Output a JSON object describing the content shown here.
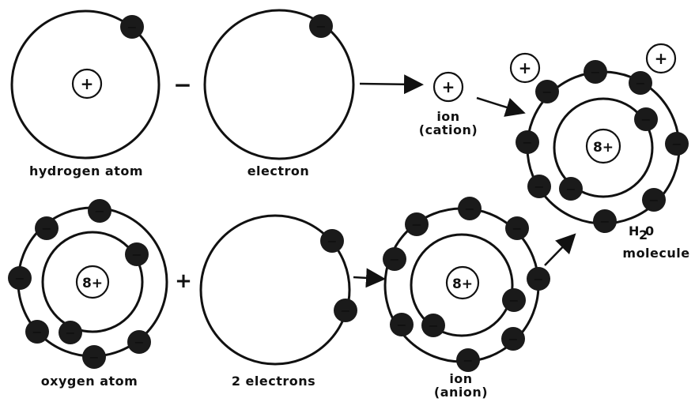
{
  "labels": {
    "hydrogen_atom": "hydrogen atom",
    "electron": "electron",
    "ion_cation_1": "ion",
    "ion_cation_2": "(cation)",
    "h2o_1": "H",
    "h2o_sub": "2",
    "h2o_2": "0",
    "h2o_3": "molecule",
    "oxygen_atom": "oxygen atom",
    "two_electrons": "2 electrons",
    "ion_anion_1": "ion",
    "ion_anion_2": "(anion)"
  },
  "symbols": {
    "minus": "−",
    "plus": "+",
    "nucleus_oxygen": "8+",
    "nucleus_hydrogen": "+"
  },
  "colors": {
    "ink": "#111111",
    "electron_fill": "#1a1a1a",
    "background": "#ffffff"
  }
}
